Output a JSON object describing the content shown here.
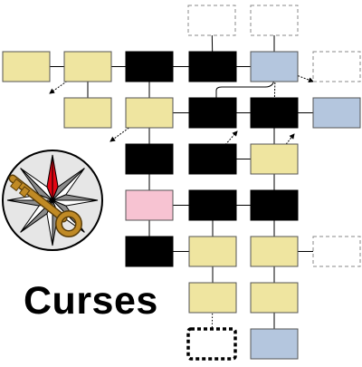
{
  "title": "Curses",
  "colors": {
    "yellow": "#efe5a0",
    "black": "#000000",
    "blue": "#b4c6de",
    "pink": "#f7c3d2",
    "outline": "#555555",
    "dashed": "#8a8a8a",
    "background": "#ffffff"
  },
  "logo": {
    "icon": "compass-star-key-icon",
    "disc_color": "#e6e6e6",
    "star_colors": [
      "#8c8c8c",
      "#ffffff",
      "#e30613"
    ],
    "key_color": "#c08a25"
  },
  "nodes": [
    {
      "id": "n1",
      "kind": "yellow"
    },
    {
      "id": "n2",
      "kind": "yellow"
    },
    {
      "id": "n3",
      "kind": "black"
    },
    {
      "id": "n4",
      "kind": "black"
    },
    {
      "id": "n5",
      "kind": "blue"
    },
    {
      "id": "n6",
      "kind": "dashed"
    },
    {
      "id": "n7",
      "kind": "dashed"
    },
    {
      "id": "n8",
      "kind": "dashed"
    },
    {
      "id": "n9",
      "kind": "yellow"
    },
    {
      "id": "n10",
      "kind": "yellow"
    },
    {
      "id": "n11",
      "kind": "black"
    },
    {
      "id": "n12",
      "kind": "black"
    },
    {
      "id": "n13",
      "kind": "blue"
    },
    {
      "id": "n14",
      "kind": "black"
    },
    {
      "id": "n15",
      "kind": "black"
    },
    {
      "id": "n16",
      "kind": "yellow"
    },
    {
      "id": "n17",
      "kind": "pink"
    },
    {
      "id": "n18",
      "kind": "black"
    },
    {
      "id": "n19",
      "kind": "black"
    },
    {
      "id": "n20",
      "kind": "black"
    },
    {
      "id": "n21",
      "kind": "yellow"
    },
    {
      "id": "n22",
      "kind": "yellow"
    },
    {
      "id": "n23",
      "kind": "dashed"
    },
    {
      "id": "n24",
      "kind": "yellow"
    },
    {
      "id": "n25",
      "kind": "yellow"
    },
    {
      "id": "n26",
      "kind": "bold-dotted"
    },
    {
      "id": "n27",
      "kind": "blue"
    }
  ],
  "edges": [
    {
      "from": "n1",
      "to": "n2",
      "style": "line"
    },
    {
      "from": "n2",
      "to": "n3",
      "style": "line"
    },
    {
      "from": "n3",
      "to": "n4",
      "style": "line"
    },
    {
      "from": "n4",
      "to": "n5",
      "style": "line"
    },
    {
      "from": "n4",
      "to": "n6",
      "style": "line"
    },
    {
      "from": "n2",
      "to": "n9",
      "style": "line"
    },
    {
      "from": "n3",
      "to": "n10",
      "style": "line"
    },
    {
      "from": "n10",
      "to": "n11",
      "style": "line"
    },
    {
      "from": "n11",
      "to": "n12",
      "style": "line"
    },
    {
      "from": "n12",
      "to": "n13",
      "style": "line"
    },
    {
      "from": "n10",
      "to": "n14",
      "style": "line"
    },
    {
      "from": "n14",
      "to": "n20",
      "style": "line"
    },
    {
      "from": "n15",
      "to": "n16",
      "style": "line"
    },
    {
      "from": "n12",
      "to": "n16",
      "style": "line"
    },
    {
      "from": "n16",
      "to": "n19",
      "style": "line"
    },
    {
      "from": "n17",
      "to": "n18",
      "style": "line"
    },
    {
      "from": "n18",
      "to": "n19",
      "style": "line"
    },
    {
      "from": "n18",
      "to": "n21",
      "style": "line"
    },
    {
      "from": "n19",
      "to": "n22",
      "style": "line"
    },
    {
      "from": "n20",
      "to": "n21",
      "style": "line"
    },
    {
      "from": "n21",
      "to": "n24",
      "style": "line"
    },
    {
      "from": "n22",
      "to": "n25",
      "style": "line"
    },
    {
      "from": "n25",
      "to": "n27",
      "style": "line"
    },
    {
      "from": "n11",
      "to": "n7",
      "style": "curve"
    },
    {
      "from": "n24",
      "to": "n26",
      "style": "dotted"
    },
    {
      "from": "n22",
      "to": "n23",
      "style": "line"
    },
    {
      "from": "n2",
      "to": "stub-left-1",
      "style": "arrow"
    },
    {
      "from": "n10",
      "to": "stub-left-2",
      "style": "arrow"
    },
    {
      "from": "n5",
      "to": "stub-upright-1",
      "style": "arrow"
    },
    {
      "from": "n12",
      "to": "stub-upright-2",
      "style": "arrow"
    },
    {
      "from": "n15",
      "to": "stub-upright-3",
      "style": "arrow"
    },
    {
      "from": "n16",
      "to": "stub-upright-4",
      "style": "arrow"
    }
  ]
}
